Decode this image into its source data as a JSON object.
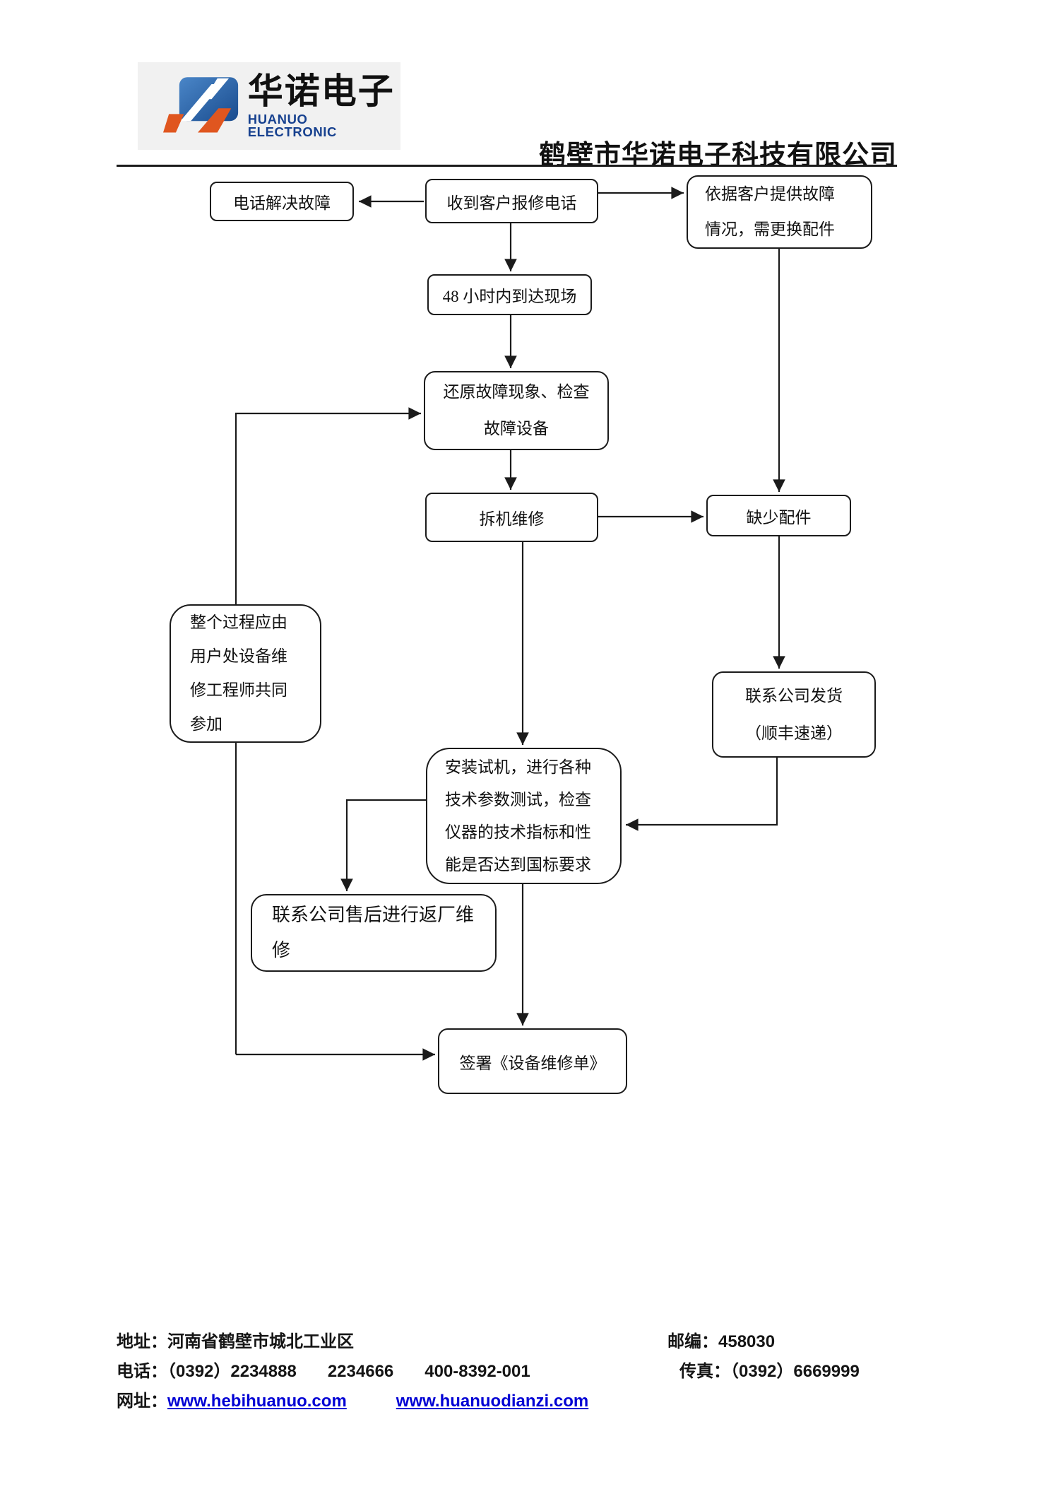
{
  "header": {
    "logo": {
      "cn": "华诺电子",
      "en": "HUANUO ELECTRONIC"
    },
    "company_name": "鹤壁市华诺电子科技有限公司"
  },
  "flowchart": {
    "nodes": {
      "phone_solve": {
        "lines": [
          "电话解决故障"
        ]
      },
      "receive_call": {
        "lines": [
          "收到客户报修电话"
        ]
      },
      "per_customer_fault": {
        "lines": [
          "依据客户提供故障",
          "情况，需更换配件"
        ]
      },
      "arrive_48h": {
        "lines": [
          "48 小时内到达现场"
        ]
      },
      "restore_check": {
        "lines": [
          "还原故障现象、检查",
          "故障设备"
        ]
      },
      "disassemble_repair": {
        "lines": [
          "拆机维修"
        ]
      },
      "missing_parts": {
        "lines": [
          "缺少配件"
        ]
      },
      "whole_process_note": {
        "lines": [
          "整个过程应由",
          "用户处设备维",
          "修工程师共同",
          "参加"
        ]
      },
      "contact_delivery": {
        "lines": [
          "联系公司发货",
          "（顺丰速递）"
        ]
      },
      "install_test": {
        "lines": [
          "安装试机，进行各种",
          "技术参数测试，检查",
          "仪器的技术指标和性",
          "能是否达到国标要求"
        ]
      },
      "contact_aftersales": {
        "lines": [
          "联系公司售后进行返厂维",
          "修"
        ]
      },
      "sign_form": {
        "lines": [
          "签署《设备维修单》"
        ]
      }
    }
  },
  "footer": {
    "address_label": "地址：",
    "address": "河南省鹤壁市城北工业区",
    "postal_label": "邮编：",
    "postal": "458030",
    "phone_label": "电话：",
    "phones": [
      "（0392）2234888",
      "2234666",
      "400-8392-001"
    ],
    "fax_label": "传真：",
    "fax": "（0392）6669999",
    "web_label": "网址：",
    "websites": [
      "www.hebihuanuo.com",
      "www.huanuodianzi.com"
    ]
  },
  "colors": {
    "logo_blue": "#2b66ae",
    "logo_orange": "#e0561f",
    "link_blue": "#0000d4",
    "line_black": "#1b1b1b"
  }
}
